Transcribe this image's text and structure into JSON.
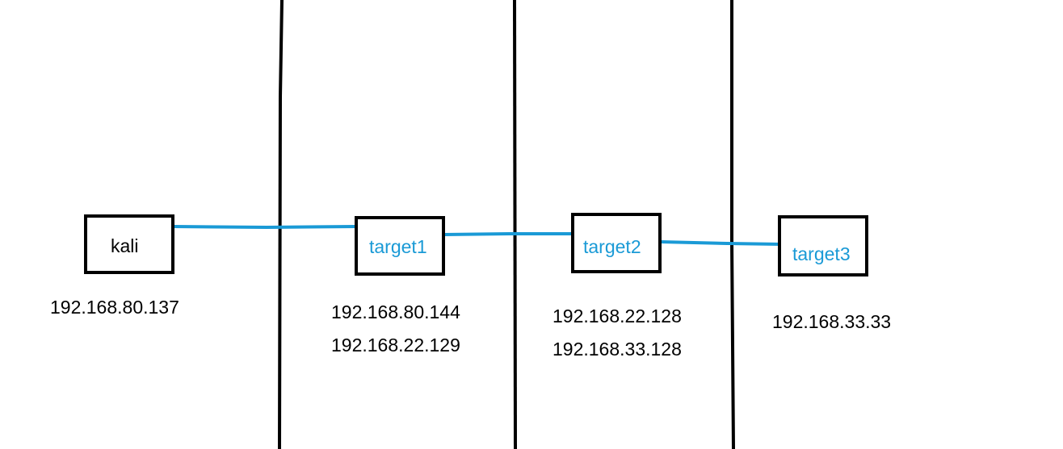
{
  "colors": {
    "link": "#1a9ad6",
    "divider": "#000000",
    "box_border": "#000000",
    "kali_label": "#000000",
    "target_label": "#1a9ad6"
  },
  "nodes": {
    "kali": {
      "label": "kali",
      "ips": [
        "192.168.80.137"
      ]
    },
    "target1": {
      "label": "target1",
      "ips": [
        "192.168.80.144",
        "192.168.22.129"
      ]
    },
    "target2": {
      "label": "target2",
      "ips": [
        "192.168.22.128",
        "192.168.33.128"
      ]
    },
    "target3": {
      "label": "target3",
      "ips": [
        "192.168.33.33"
      ]
    }
  },
  "links": [
    {
      "from": "kali",
      "to": "target1"
    },
    {
      "from": "target1",
      "to": "target2"
    },
    {
      "from": "target2",
      "to": "target3"
    }
  ]
}
